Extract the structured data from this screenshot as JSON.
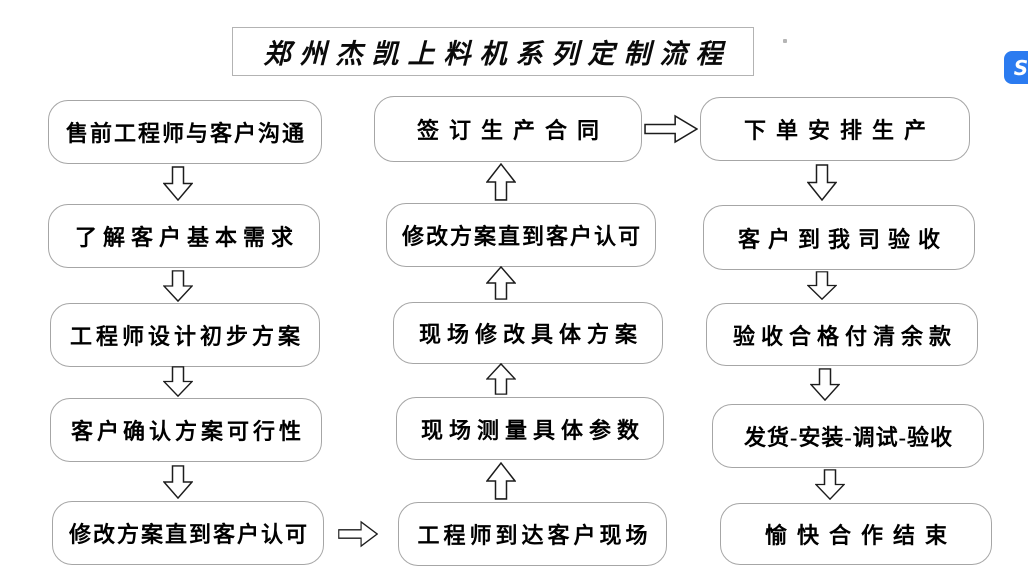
{
  "title": "郑州杰凯上料机系列定制流程",
  "steps": {
    "left": [
      "售前工程师与客户沟通",
      "了解客户基本需求",
      "工程师设计初步方案",
      "客户确认方案可行性",
      "修改方案直到客户认可"
    ],
    "middle": [
      "签订生产合同",
      "修改方案直到客户认可",
      "现场修改具体方案",
      "现场测量具体参数",
      "工程师到达客户现场"
    ],
    "right": [
      "下单安排生产",
      "客户到我司验收",
      "验收合格付清余款",
      "发货-安装-调试-验收",
      "愉快合作结束"
    ]
  },
  "overlay": {
    "app_icon_glyph": "S"
  },
  "colors": {
    "box_border": "#a6a6a6",
    "arrow_outline": "#1c1c1c",
    "app_icon_blue": "#2b7bf0",
    "background": "#ffffff"
  }
}
